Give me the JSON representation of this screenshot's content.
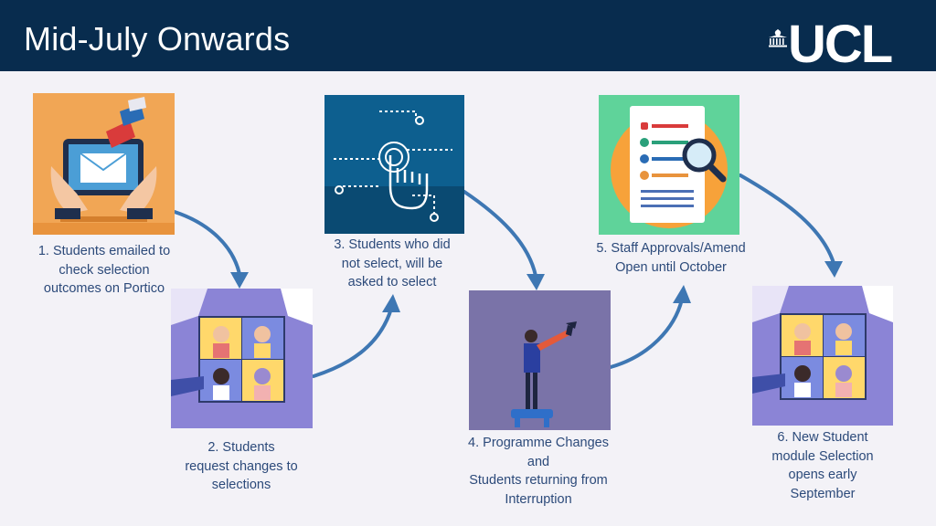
{
  "slide": {
    "title": "Mid-July Onwards",
    "logo": "UCL"
  },
  "steps": [
    {
      "icon": "email-tablet-illustration",
      "lines": [
        "1. Students emailed to",
        "check selection",
        "outcomes on Portico"
      ]
    },
    {
      "icon": "puzzle-people-illustration",
      "lines": [
        "2. Students",
        "request changes to",
        "selections"
      ]
    },
    {
      "icon": "touch-circuit-illustration",
      "lines": [
        "3. Students who did",
        "not select, will be",
        "asked to select"
      ]
    },
    {
      "icon": "telescope-person-illustration",
      "lines": [
        "4. Programme Changes",
        "and",
        "Students returning from",
        "Interruption"
      ]
    },
    {
      "icon": "checklist-magnifier-illustration",
      "lines": [
        "5. Staff Approvals/Amend",
        "Open until October"
      ]
    },
    {
      "icon": "puzzle-people-illustration",
      "lines": [
        "6. New Student",
        "module Selection",
        "opens early",
        "September"
      ]
    }
  ],
  "colors": {
    "header": "#082c4e",
    "caption_text": "#2c4a7a",
    "arrow": "#3e77b3"
  }
}
